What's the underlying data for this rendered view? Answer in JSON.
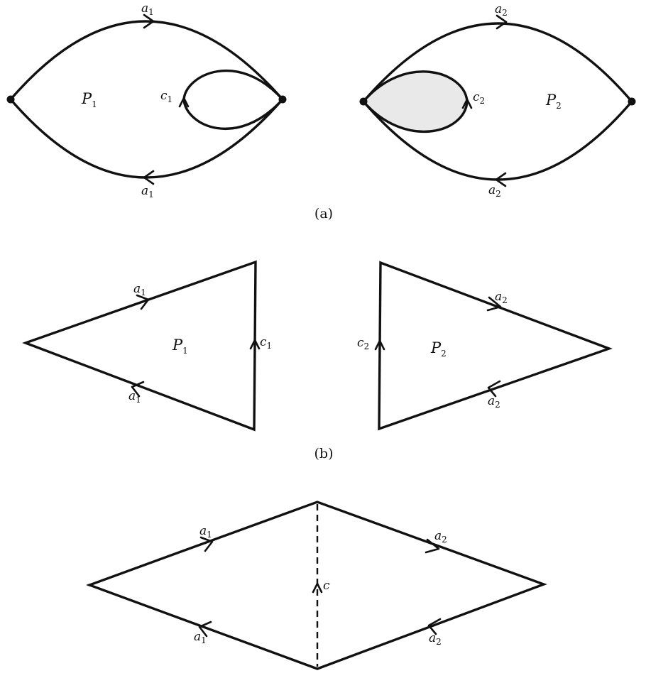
{
  "captions": {
    "a": "(a)",
    "b": "(b)"
  },
  "labels": {
    "a1": {
      "base": "a",
      "sub": "1"
    },
    "a2": {
      "base": "a",
      "sub": "2"
    },
    "c1": {
      "base": "c",
      "sub": "1"
    },
    "c2": {
      "base": "c",
      "sub": "2"
    },
    "c": {
      "base": "c"
    },
    "P1": {
      "base": "P",
      "sub": "1"
    },
    "P2": {
      "base": "P",
      "sub": "2"
    }
  }
}
